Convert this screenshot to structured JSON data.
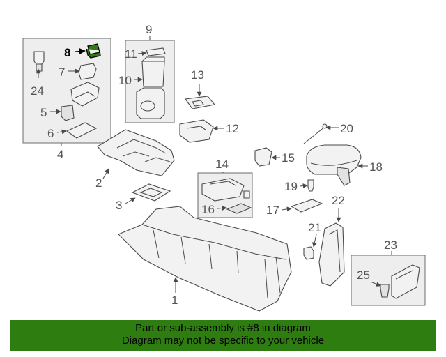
{
  "callouts": [
    "1",
    "2",
    "3",
    "4",
    "5",
    "6",
    "7",
    "8",
    "9",
    "10",
    "11",
    "12",
    "13",
    "14",
    "15",
    "16",
    "17",
    "18",
    "19",
    "20",
    "21",
    "22",
    "23",
    "24",
    "25"
  ],
  "highlight_part": "8",
  "footer": {
    "line1": "Part or sub-assembly is #8 in diagram",
    "line2": "Diagram may not be specific to your vehicle"
  },
  "colors": {
    "footer_bg": "#2e7d10",
    "highlight_part": "#2e7d10",
    "box_bg": "#eeeeee"
  }
}
